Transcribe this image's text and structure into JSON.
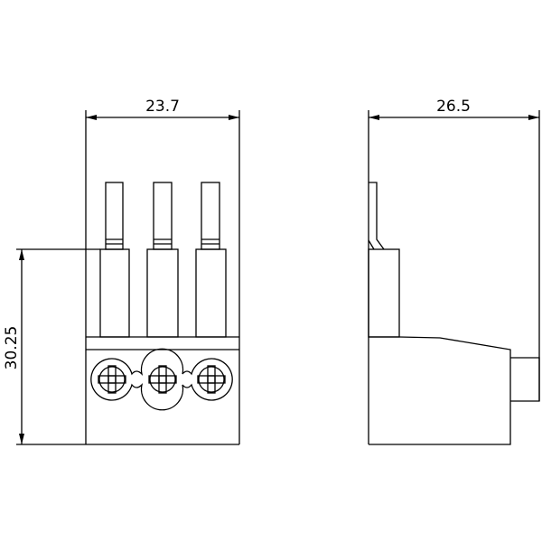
{
  "front_view": {
    "width_dim": "23.7",
    "height_dim": "30.25",
    "pin_count": 3
  },
  "side_view": {
    "depth_dim": "26.5"
  },
  "colors": {
    "line": "#000000",
    "background": "#ffffff"
  }
}
